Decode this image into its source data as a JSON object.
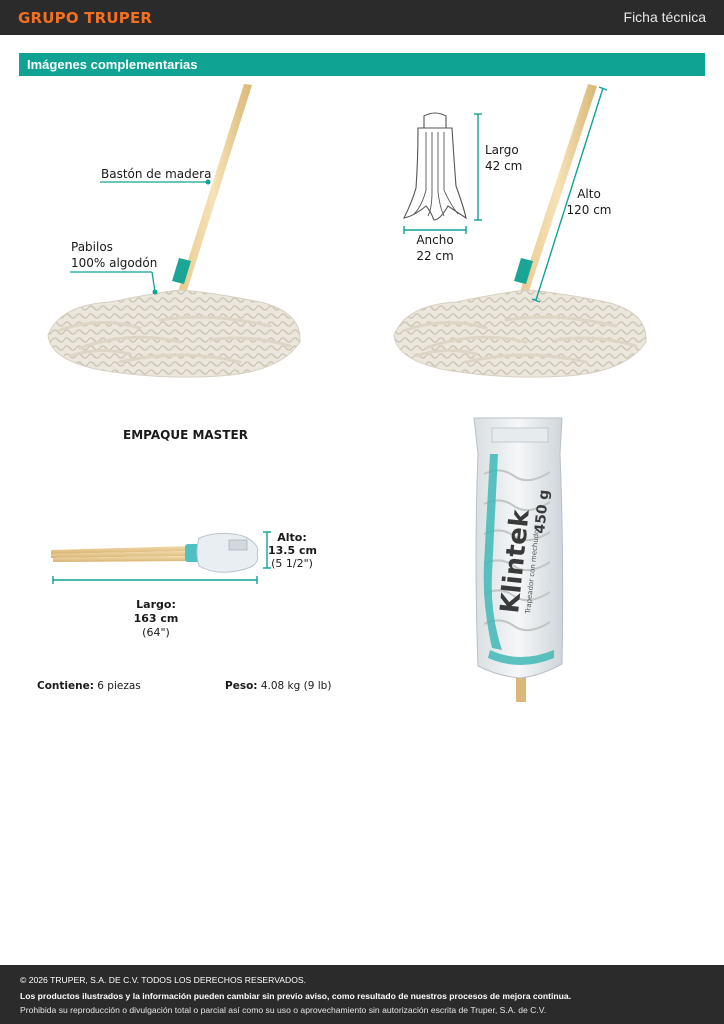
{
  "header": {
    "brand": "GRUPO TRUPER",
    "doc_type": "Ficha técnica"
  },
  "section": {
    "title": "Imágenes complementarias"
  },
  "figure1": {
    "label_handle": "Bastón de madera",
    "label_threads_line1": "Pabilos",
    "label_threads_line2": "100% algodón"
  },
  "figure2": {
    "length_label": "Largo",
    "length_value": "42 cm",
    "width_label": "Ancho",
    "width_value": "22 cm",
    "height_label": "Alto",
    "height_value": "120 cm"
  },
  "master_pack": {
    "title": "EMPAQUE MASTER",
    "height_label": "Alto:",
    "height_cm": "13.5 cm",
    "height_in": "(5 1/2\")",
    "length_label": "Largo:",
    "length_cm": "163 cm",
    "length_in": "(64\")",
    "contains_label": "Contiene:",
    "contains_value": "6 piezas",
    "weight_label": "Peso:",
    "weight_value": "4.08 kg (9 lb)"
  },
  "package": {
    "brand": "Klintek",
    "product": "Trapeador con mechudo",
    "weight": "450 g"
  },
  "footer": {
    "copyright": "© 2026 TRUPER, S.A. DE C.V. TODOS LOS DERECHOS RESERVADOS.",
    "notice": "Los productos ilustrados y la información pueden cambiar sin previo aviso, como resultado de nuestros procesos de mejora continua.",
    "legal": "Prohibida su reproducción o divulgación total o parcial así como su uso o aprovechamiento sin autorización escrita de Truper, S.A. de C.V."
  },
  "colors": {
    "accent": "#0fa394",
    "brand": "#f36f21",
    "bar": "#2b2b2b"
  }
}
